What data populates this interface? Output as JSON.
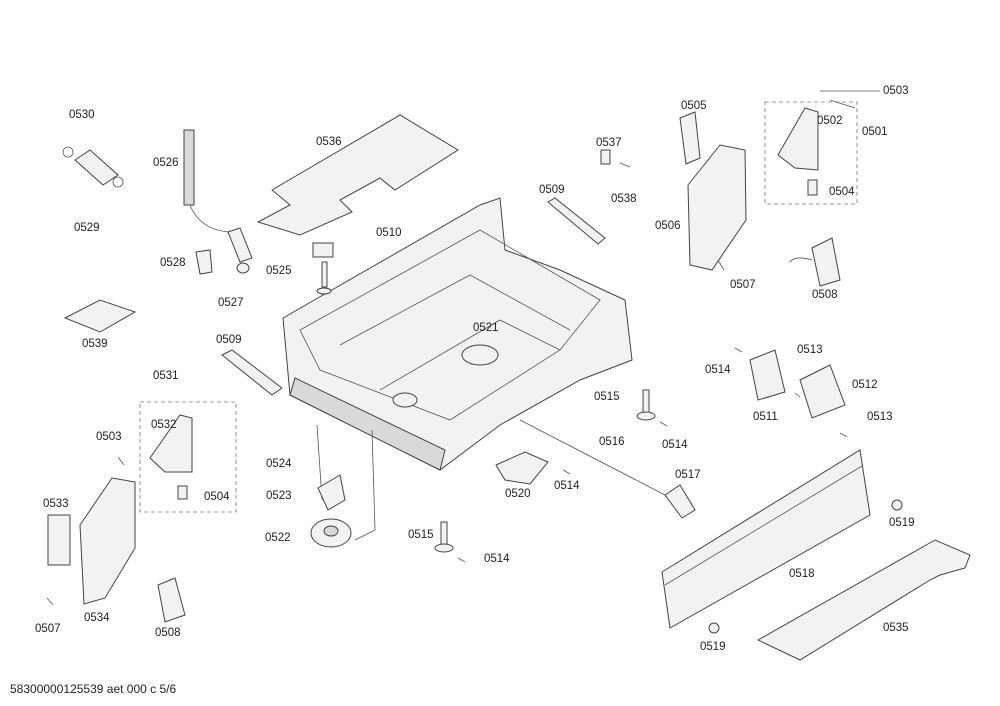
{
  "labels": {
    "p0501": "0501",
    "p0502": "0502",
    "p0503a": "0503",
    "p0503b": "0503",
    "p0504a": "0504",
    "p0504b": "0504",
    "p0505": "0505",
    "p0506": "0506",
    "p0507a": "0507",
    "p0507b": "0507",
    "p0508a": "0508",
    "p0508b": "0508",
    "p0509a": "0509",
    "p0509b": "0509",
    "p0510": "0510",
    "p0511": "0511",
    "p0512": "0512",
    "p0513a": "0513",
    "p0513b": "0513",
    "p0514a": "0514",
    "p0514b": "0514",
    "p0514c": "0514",
    "p0514d": "0514",
    "p0515a": "0515",
    "p0515b": "0515",
    "p0516": "0516",
    "p0517": "0517",
    "p0518": "0518",
    "p0519a": "0519",
    "p0519b": "0519",
    "p0520": "0520",
    "p0521": "0521",
    "p0522": "0522",
    "p0523": "0523",
    "p0524": "0524",
    "p0525": "0525",
    "p0526": "0526",
    "p0527": "0527",
    "p0528": "0528",
    "p0529": "0529",
    "p0530": "0530",
    "p0531": "0531",
    "p0532": "0532",
    "p0533": "0533",
    "p0534": "0534",
    "p0535": "0535",
    "p0536": "0536",
    "p0537": "0537",
    "p0538": "0538",
    "p0539": "0539"
  },
  "footer": "58300000125539 aet 000 c 5/6"
}
